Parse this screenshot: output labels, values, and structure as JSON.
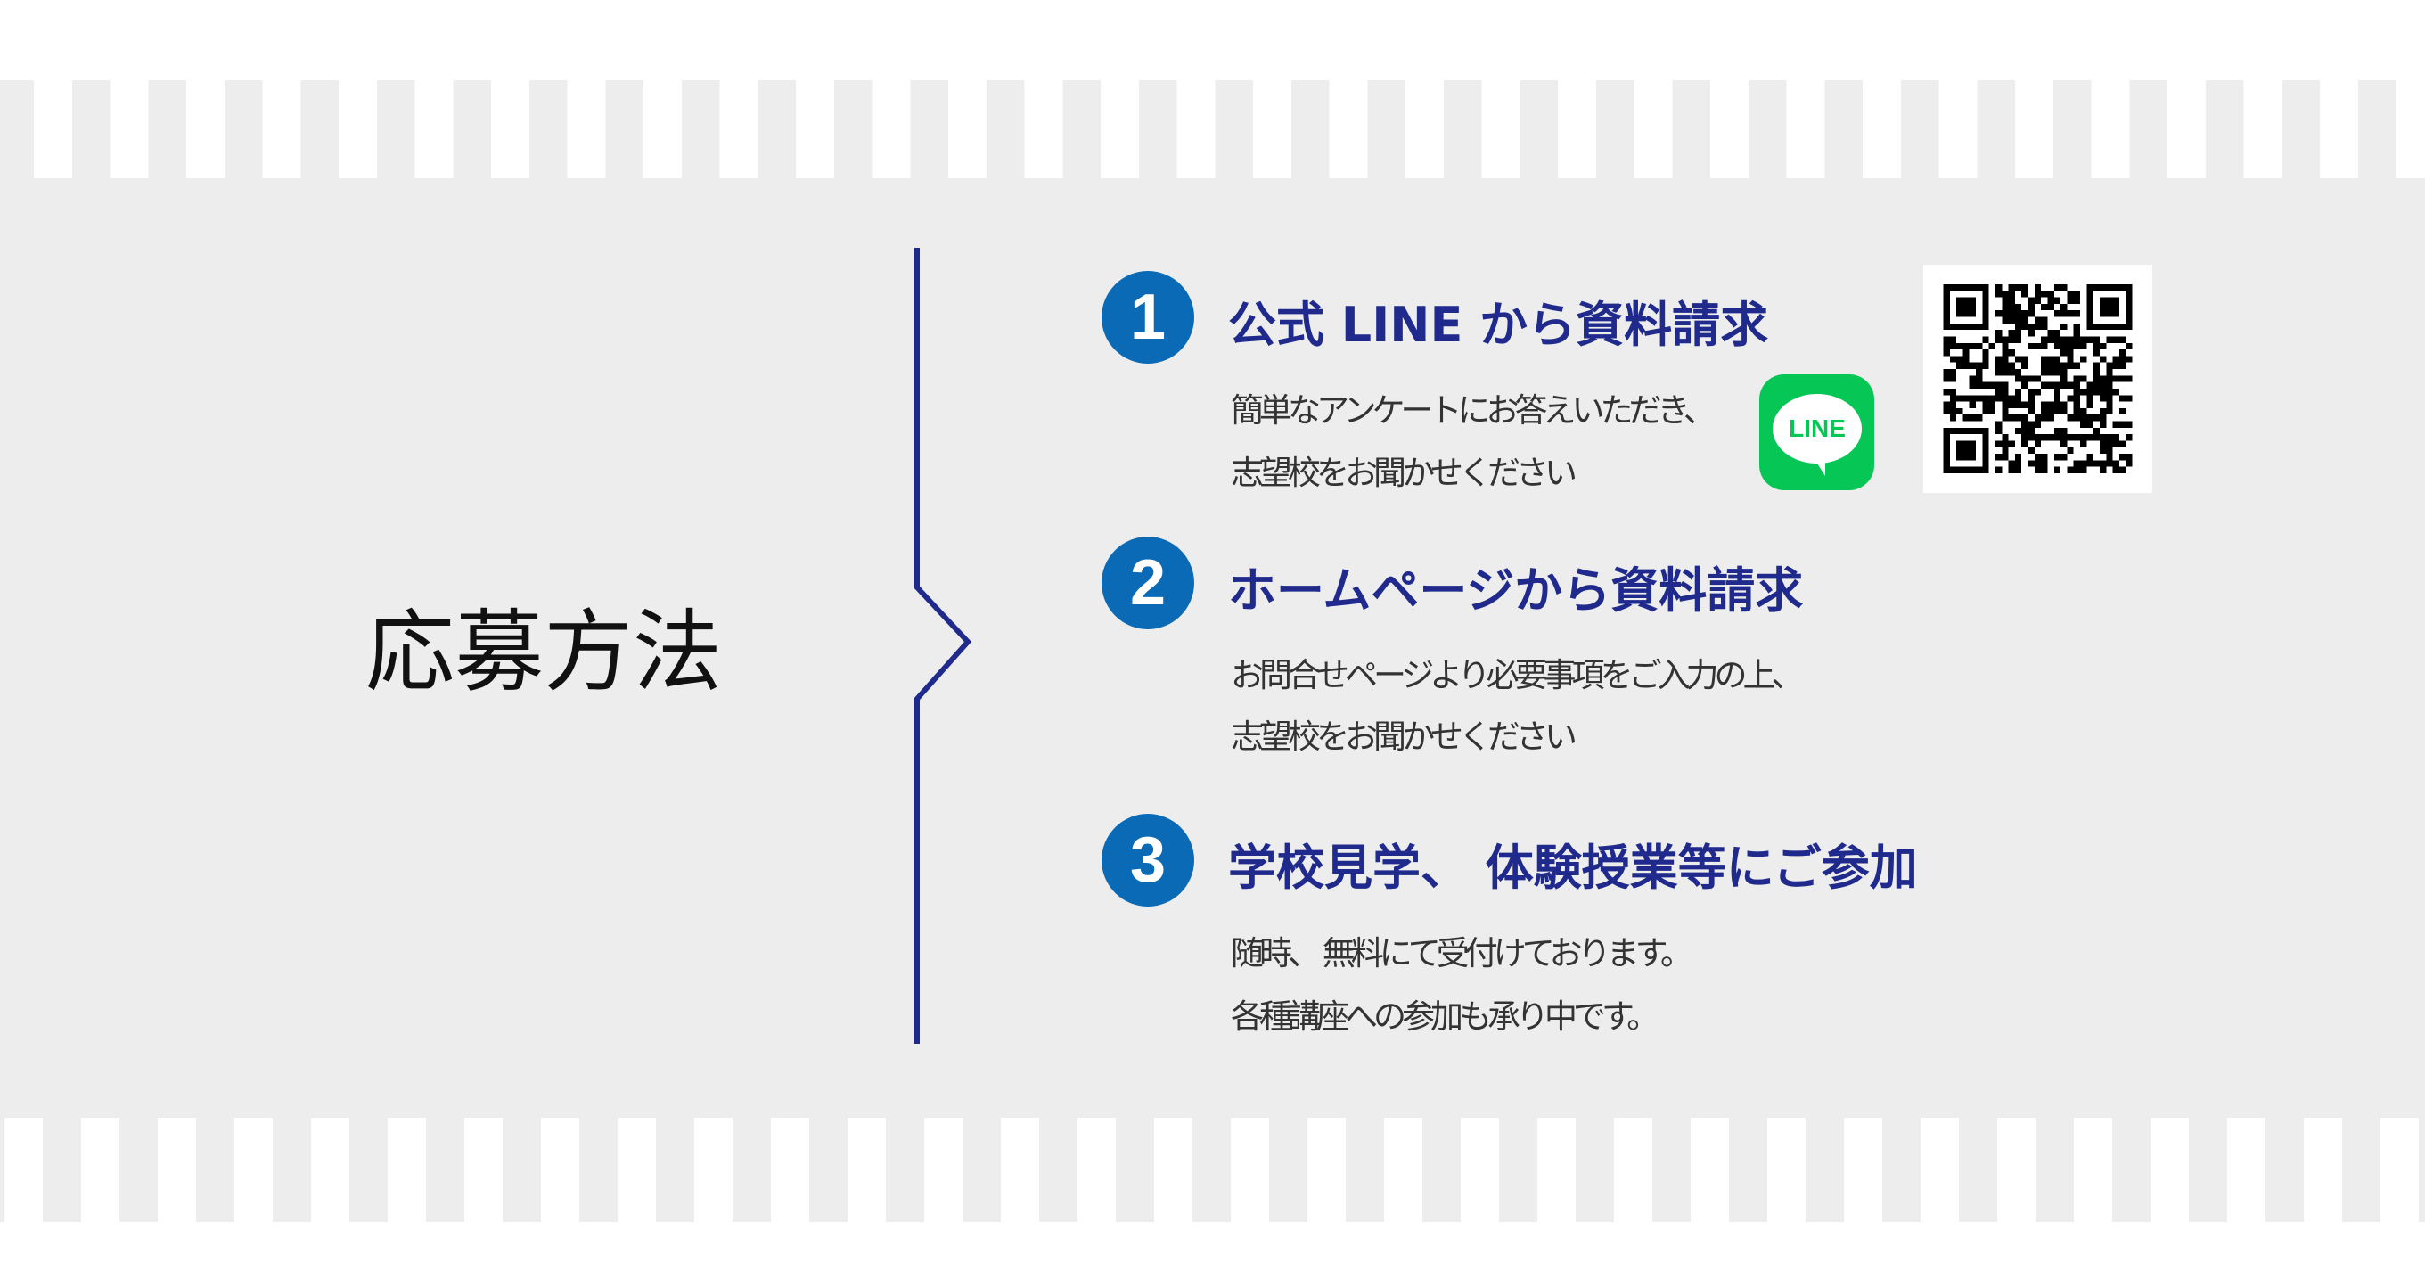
{
  "section_title": "応募方法",
  "colors": {
    "accent": "#1f2a8c",
    "circle": "#0a6ab5",
    "line_green": "#06c755",
    "background": "#ededed"
  },
  "steps": [
    {
      "number": "1",
      "heading": "公式 LINE から資料請求",
      "lines": [
        "簡単なアンケートにお答えいただき、",
        "志望校をお聞かせください"
      ]
    },
    {
      "number": "2",
      "heading": "ホームページから資料請求",
      "lines": [
        "お問合せページより必要事項をご入力の上、",
        "志望校をお聞かせください"
      ]
    },
    {
      "number": "3",
      "heading": "学校見学、 体験授業等にご参加",
      "lines": [
        "随時、 無料にて受付けております。",
        "各種講座への参加も承り中です。"
      ]
    }
  ],
  "line_icon": {
    "label": "LINE",
    "icon": "line-app-icon"
  },
  "qr_icon": "qr-code"
}
